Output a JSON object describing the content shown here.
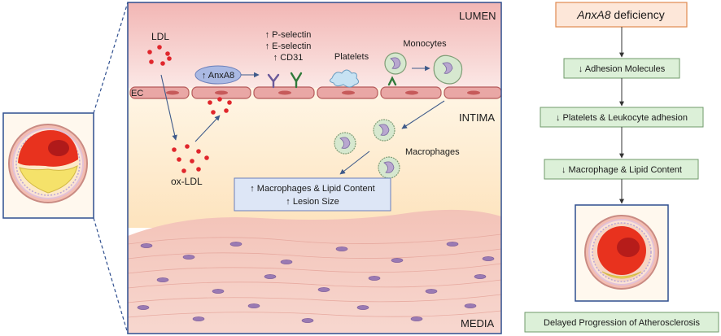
{
  "panel": {
    "lumen": "LUMEN",
    "intima": "INTIMA",
    "media": "MEDIA",
    "ldl": "LDL",
    "ox_ldl": "ox-LDL",
    "ec": "EC",
    "anxa8_chip": "↑ AnxA8",
    "selectins": [
      "↑ P-selectin",
      "↑ E-selectin",
      "↑ CD31"
    ],
    "platelets": "Platelets",
    "monocytes": "Monocytes",
    "macrophages": "Macrophages",
    "result": [
      "↑ Macrophages & Lipid Content",
      "↑ Lesion Size"
    ]
  },
  "flow": {
    "title_italic": "AnxA8",
    "title_rest": " deficiency",
    "steps": [
      "↓ Adhesion Molecules",
      "↓ Platelets & Leukocyte adhesion",
      "↓ Macrophage & Lipid Content"
    ],
    "final": "Delayed Progression of Atherosclerosis"
  },
  "colors": {
    "frame": "#2f4f8f",
    "flow_box_fill": "#dcf0d8",
    "flow_box_border": "#6f9a6a",
    "title_box_fill": "#fde7d9",
    "title_box_border": "#e08a50",
    "result_box_fill": "#dde6f6",
    "ldl_particle": "#e0262c",
    "anxa8_fill": "#aab9e3"
  }
}
